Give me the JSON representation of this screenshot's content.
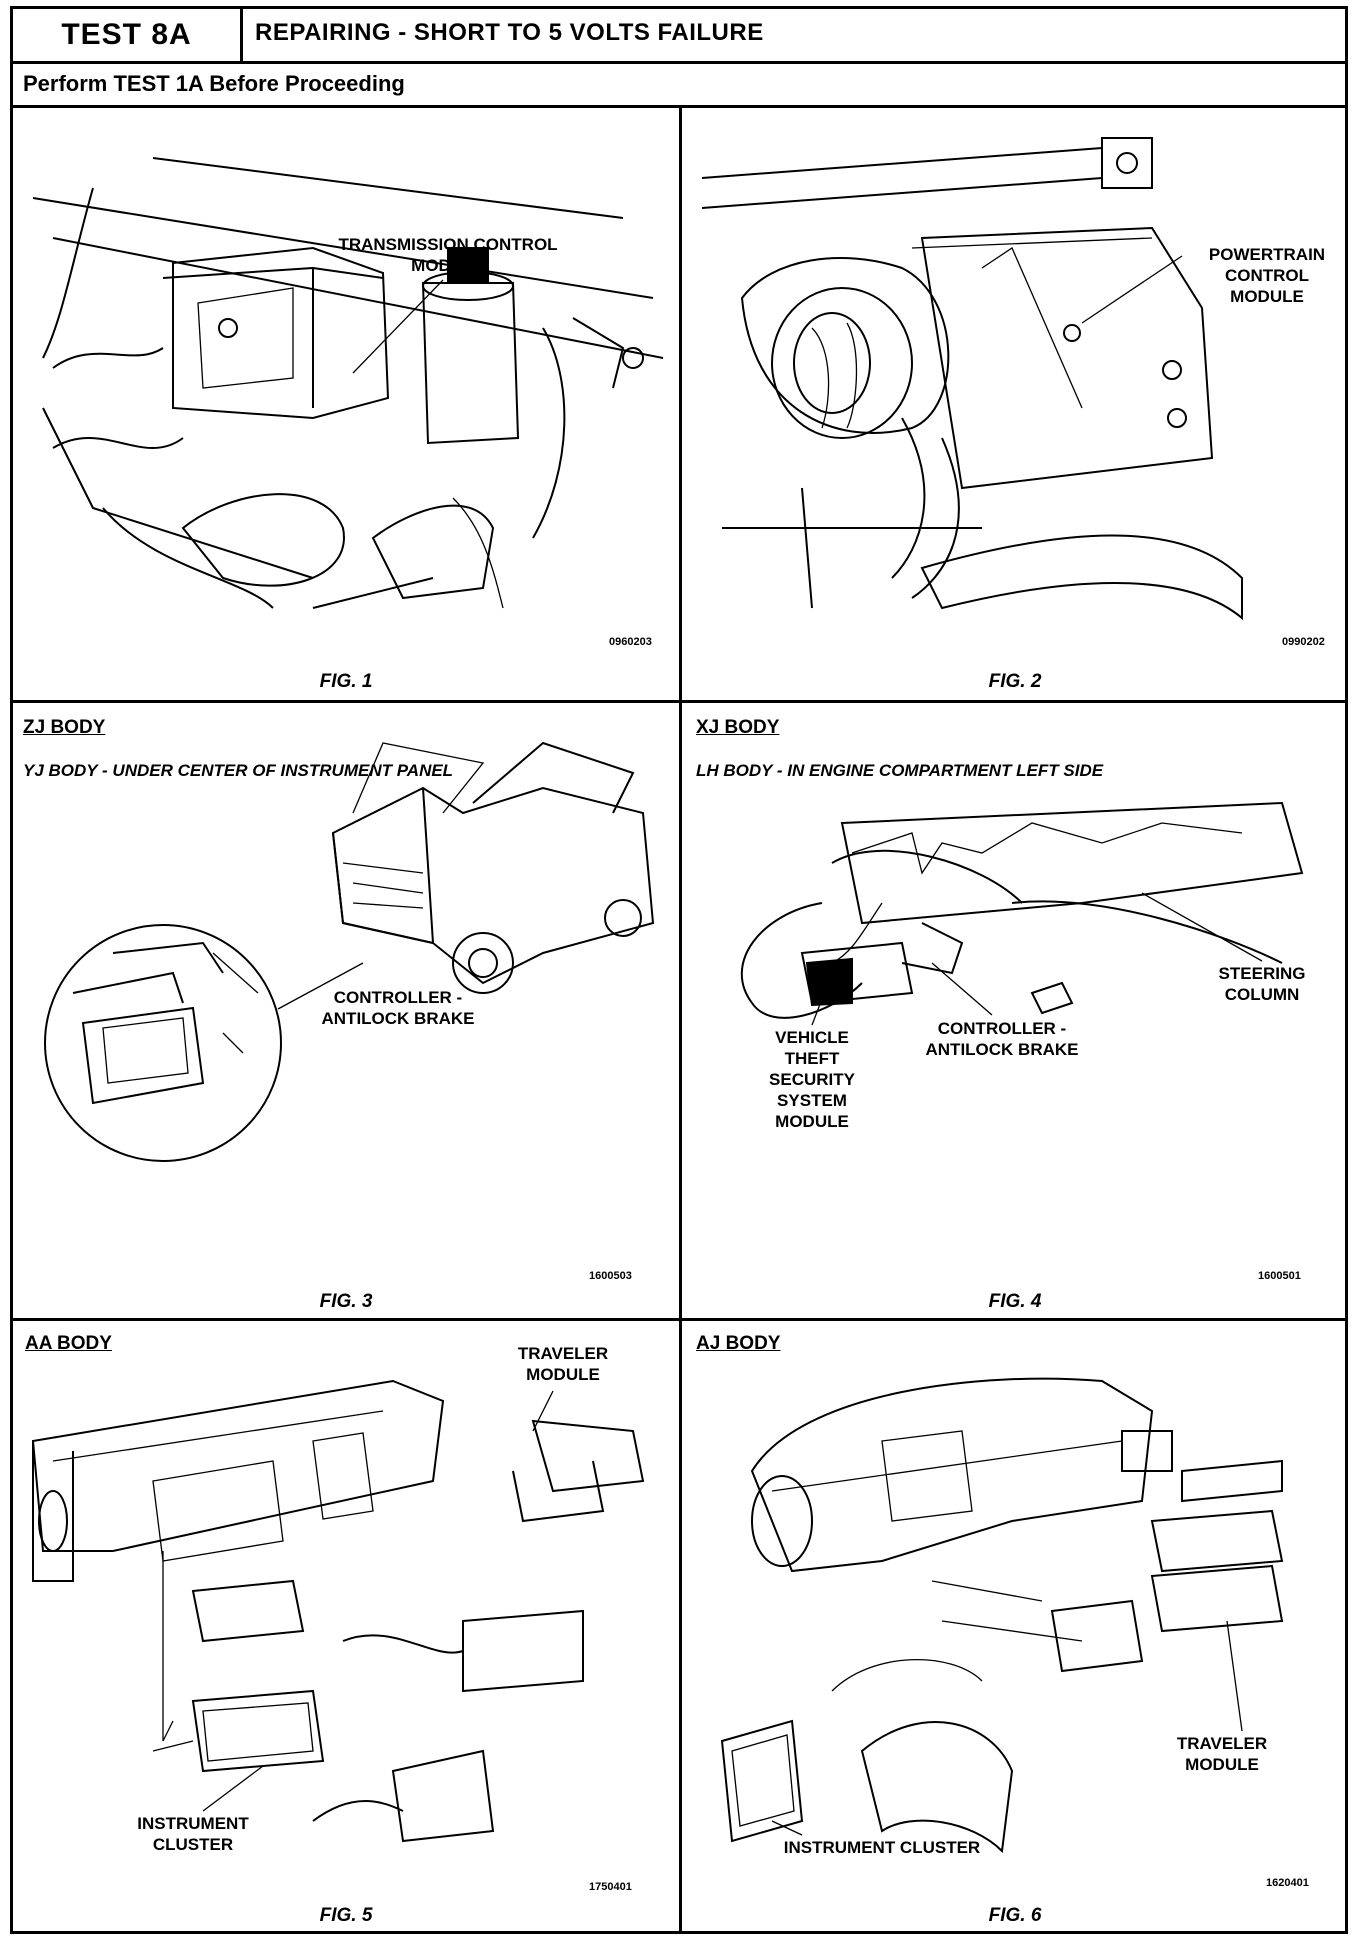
{
  "header": {
    "test_id": "TEST 8A",
    "title": "REPAIRING - SHORT TO 5 VOLTS FAILURE",
    "subtitle": "Perform TEST 1A Before Proceeding"
  },
  "panels": [
    {
      "figure": "FIG. 1",
      "code": "0960203",
      "labels": [
        "TRANSMISSION CONTROL",
        "MODULE"
      ]
    },
    {
      "figure": "FIG. 2",
      "code": "0990202",
      "labels": [
        "POWERTRAIN",
        "CONTROL",
        "MODULE"
      ]
    },
    {
      "figure": "FIG. 3",
      "code": "1600503",
      "body": "ZJ BODY",
      "location": "YJ BODY  -  UNDER CENTER OF INSTRUMENT PANEL",
      "labels": [
        "CONTROLLER -",
        "ANTILOCK BRAKE"
      ]
    },
    {
      "figure": "FIG. 4",
      "code": "1600501",
      "body": "XJ BODY",
      "location": "LH BODY  -  IN ENGINE COMPARTMENT LEFT SIDE",
      "labels_steering": [
        "STEERING",
        "COLUMN"
      ],
      "labels_controller": [
        "CONTROLLER -",
        "ANTILOCK BRAKE"
      ],
      "labels_vts": [
        "VEHICLE",
        "THEFT",
        "SECURITY",
        "SYSTEM",
        "MODULE"
      ]
    },
    {
      "figure": "FIG. 5",
      "code": "1750401",
      "body": "AA BODY",
      "labels_traveler": [
        "TRAVELER",
        "MODULE"
      ],
      "labels_cluster": [
        "INSTRUMENT",
        "CLUSTER"
      ]
    },
    {
      "figure": "FIG. 6",
      "code": "1620401",
      "body": "AJ BODY",
      "labels_traveler": [
        "TRAVELER",
        "MODULE"
      ],
      "labels_cluster": [
        "INSTRUMENT CLUSTER"
      ]
    }
  ]
}
